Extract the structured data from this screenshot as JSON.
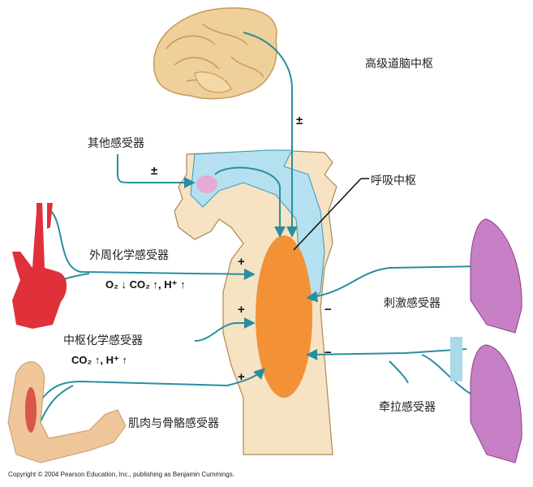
{
  "labels": {
    "higher_brain_center": "高级道脑中枢",
    "other_receptors": "其他感受器",
    "respiratory_center": "呼吸中枢",
    "peripheral_chemoreceptors": "外周化学感受器",
    "central_chemoreceptors": "中枢化学感受器",
    "irritant_receptors": "刺激感受器",
    "stretch_receptors": "牵拉感受器",
    "muscle_joint_receptors": "肌肉与骨骼感受器"
  },
  "chemistry": {
    "peripheral": "O₂ ↓  CO₂ ↑, H⁺ ↑",
    "central": "CO₂ ↑, H⁺ ↑"
  },
  "signs": {
    "brain": "±",
    "other": "±",
    "peripheral": "+",
    "central": "+",
    "muscle": "+",
    "irritant": "−",
    "stretch": "−"
  },
  "colors": {
    "nerve": "#2a8ea0",
    "respiratory_center": "#f39137",
    "brainstem": "#f5e3c3",
    "ventricle": "#b5e0ef",
    "lung": "#b068b0",
    "artery": "#e0303a",
    "brain": "#efcf9a"
  },
  "copyright": "Copyright © 2004 Pearson Education, Inc., publishing as Benjamin Cummings."
}
